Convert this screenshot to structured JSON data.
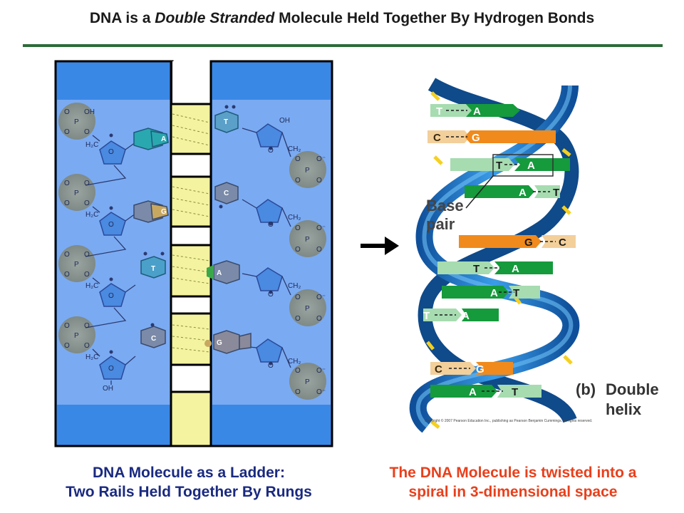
{
  "title": {
    "part1": "DNA is a ",
    "italic": "Double Stranded",
    "part2": " Molecule Held Together By Hydrogen Bonds"
  },
  "ladder": {
    "chem": {
      "P": "P",
      "O": "O",
      "OH": "OH",
      "H2C": "H₂C",
      "CH2": "CH₂",
      "O_minus": "O⁻"
    },
    "left_bases": [
      "A",
      "G",
      "T",
      "C"
    ],
    "right_bases": [
      "T",
      "C",
      "A",
      "G"
    ]
  },
  "helix": {
    "base_pairs": [
      {
        "left": "T",
        "right": "A"
      },
      {
        "left": "C",
        "right": "G"
      },
      {
        "left": "T",
        "right": "A"
      },
      {
        "left": "A",
        "right": "T"
      },
      {
        "left": "G",
        "right": "C"
      },
      {
        "left": "T",
        "right": "A"
      },
      {
        "left": "A",
        "right": "T"
      },
      {
        "left": "T",
        "right": "A"
      },
      {
        "left": "C",
        "right": "G"
      },
      {
        "left": "A",
        "right": "T"
      }
    ],
    "base_pair_label_1": "Base",
    "base_pair_label_2": "pair",
    "panel_letter": "(b)",
    "panel_label_1": "Double",
    "panel_label_2": "helix",
    "copyright": "Copyright © 2007 Pearson Education Inc., publishing as Pearson Benjamin Cummings. All rights reserved."
  },
  "captions": {
    "left_line1": "DNA Molecule as a Ladder:",
    "left_line2": "Two Rails Held Together By Rungs",
    "right_line1": "The DNA Molecule is twisted into a",
    "right_line2": "spiral in 3-dimensional space"
  },
  "colors": {
    "rail_blue": "#3a88e6",
    "rail_light": "#7aaaf2",
    "rung_yellow": "#f3f3a0",
    "helix_blue": "#1e6fc0",
    "base_green": "#159a3c",
    "base_orange": "#f08a1c",
    "title_green_rule": "#2e6b3a",
    "caption_left": "#1a2a80",
    "caption_right": "#e8401c"
  }
}
